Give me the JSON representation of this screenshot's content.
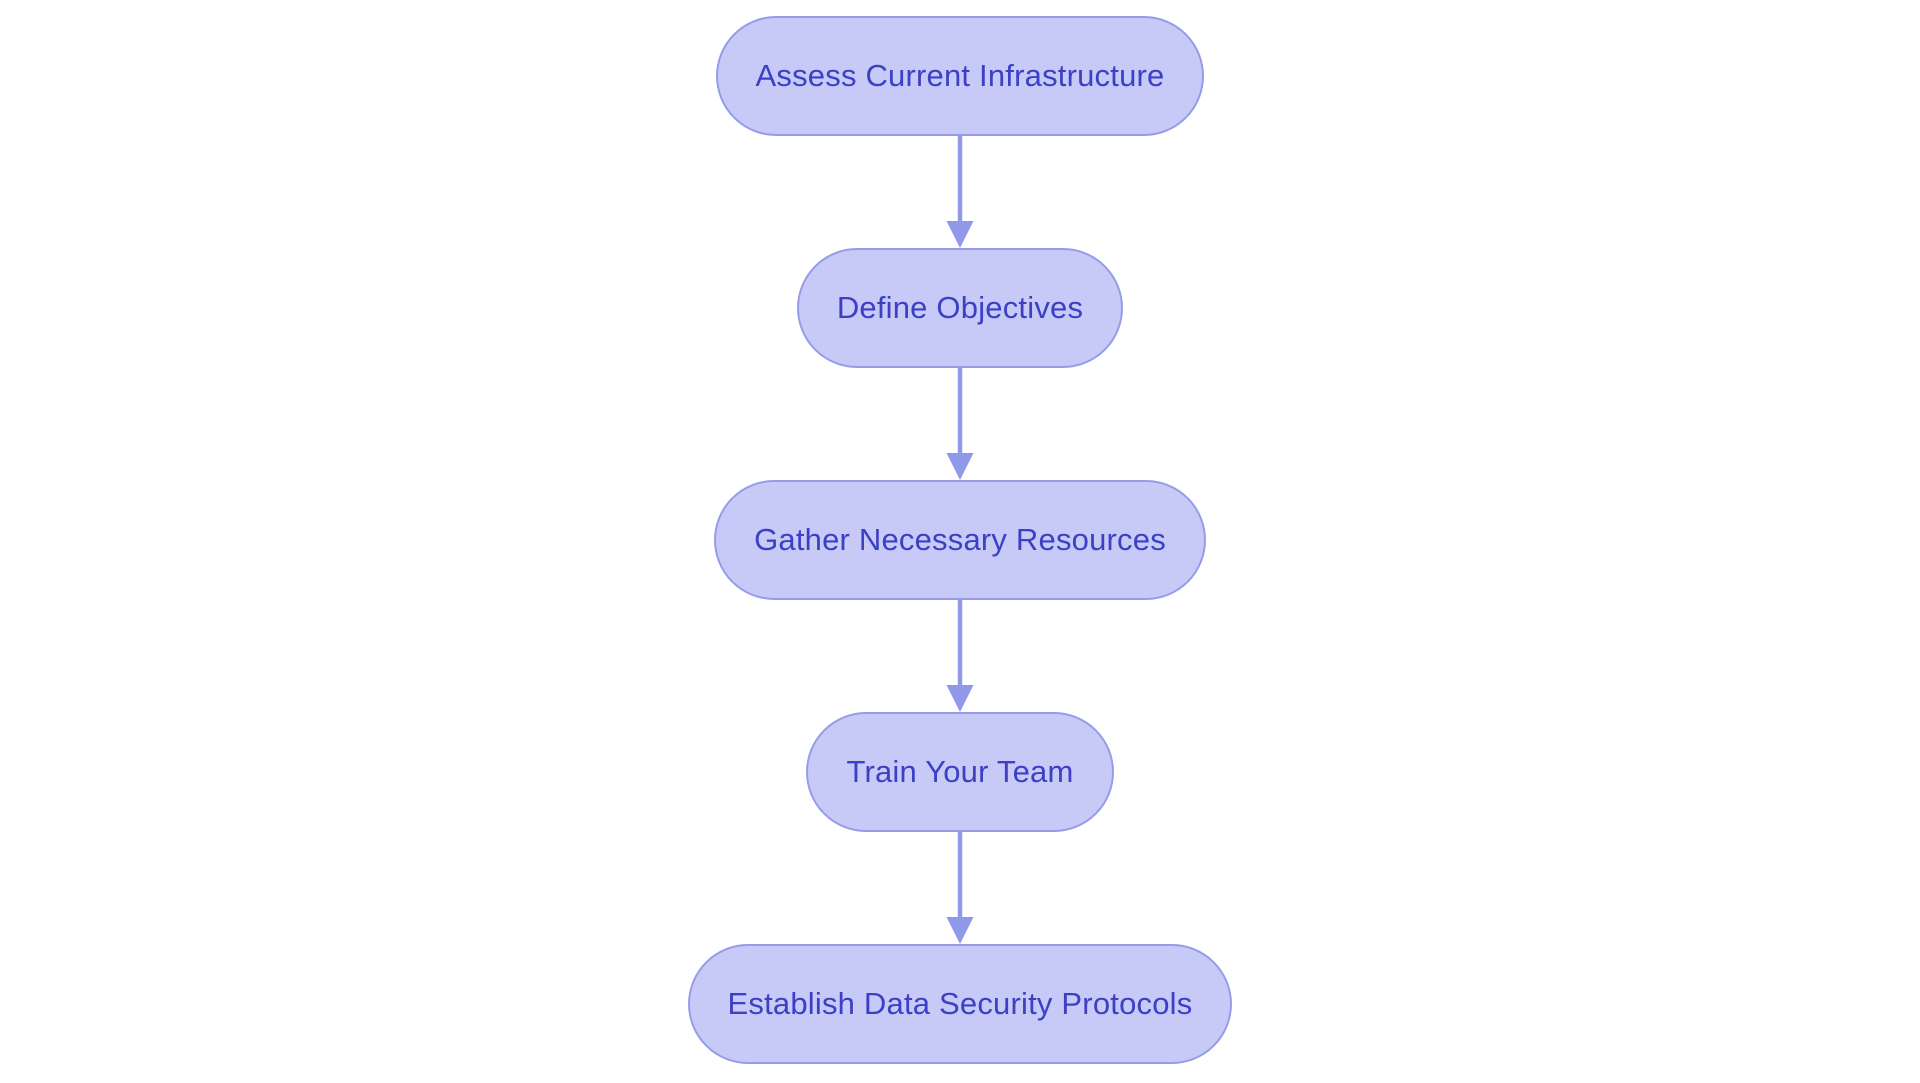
{
  "flowchart": {
    "direction": "top-to-bottom",
    "nodes": [
      {
        "id": "assess",
        "label": "Assess Current Infrastructure"
      },
      {
        "id": "define",
        "label": "Define Objectives"
      },
      {
        "id": "gather",
        "label": "Gather Necessary Resources"
      },
      {
        "id": "train",
        "label": "Train Your Team"
      },
      {
        "id": "establish",
        "label": "Establish Data Security Protocols"
      }
    ],
    "connections": [
      {
        "from": "assess",
        "to": "define"
      },
      {
        "from": "define",
        "to": "gather"
      },
      {
        "from": "gather",
        "to": "train"
      },
      {
        "from": "train",
        "to": "establish"
      }
    ]
  },
  "colors": {
    "background": "#ffffff",
    "node_fill": "#c7c9f7",
    "node_border": "#959de8",
    "node_text": "#3b40c4",
    "arrow": "#9098ea"
  }
}
